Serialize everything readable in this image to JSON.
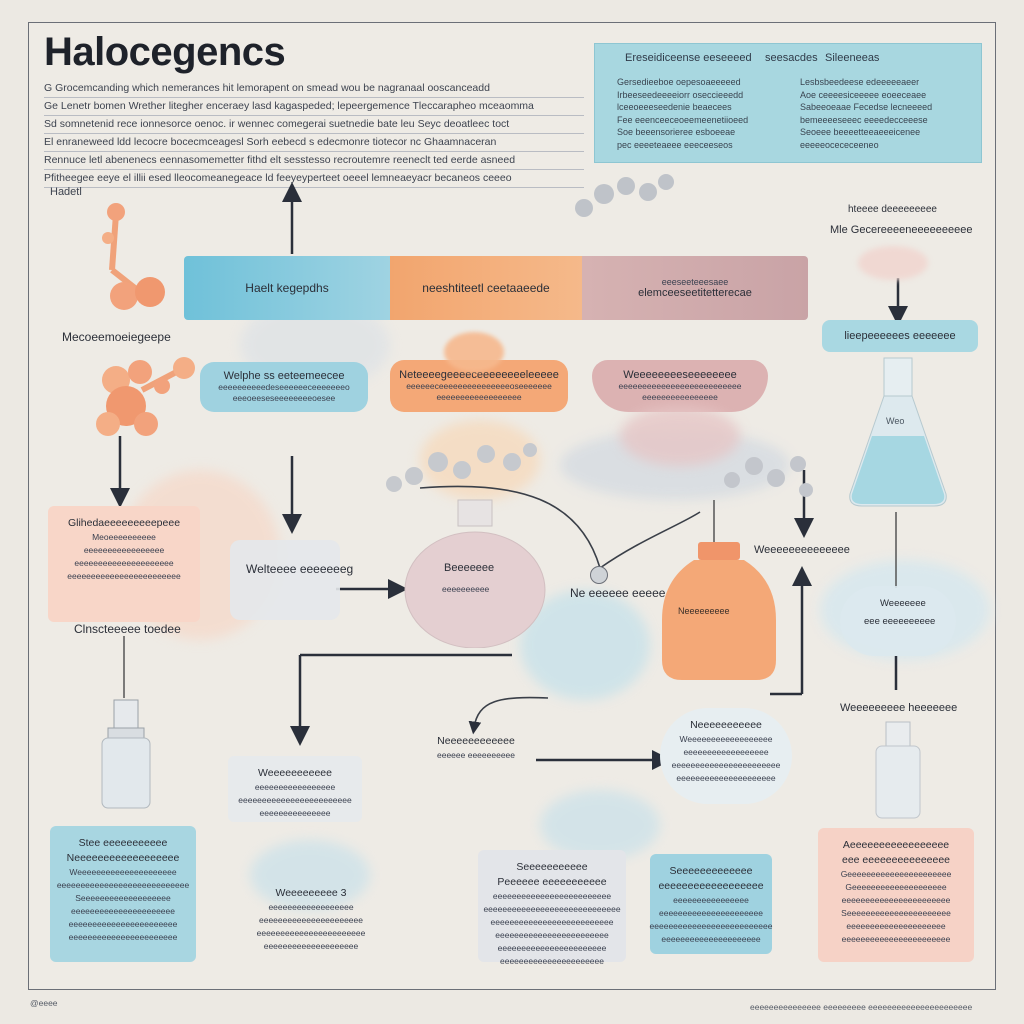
{
  "title": "Halocegencs",
  "intro_lines": [
    "G  Grocemcanding which nemerances hit lemorapent on smead wou be nagranaal ooscanceadd",
    "Ge  Lenetr bomen    Wrether litegher  enceraey  lasd kagaspeded;  lepeergemence  Tleccarapheo  mceaomma",
    "Sd  somnetenid rece ionnesorce  oenoc.  ir wennec comegerai suetnedie bate leu Seyc deoatleec toct",
    "El   enraneweed ldd lecocre  bocecmceagesl  Sorh  eebecd  s  edecmonre  tiotecor  nc  Ghaamnaceran",
    "Rennuce letl  abenenecs eennasomemetter fithd elt sesstesso  recroutemre  reeneclt  ted eerde  asneed",
    "Pfitheegee  eeye  el illii esed lleocomeanegeace ld feeyeyperteet oeeel  lemneaeyacr  becaneos  ceeeo"
  ],
  "header_left": "Hadetl",
  "infobox": {
    "heading_left": "Ereseidiceense eeseeeed",
    "heading_mid": "seesacdes",
    "heading_right": "Sileeneeas",
    "col_left": [
      "Gersedieeboe oepesoaeeeeed",
      "Irbeeseedeeeeiorr oseccieeedd",
      "lceeoeeeseedenie beaecees",
      "Fee eeenceeceoeemeenetiioeed",
      "Soe beeensorieree esboeeae",
      "pec eeeeteaeee eeeceeseos"
    ],
    "col_right": [
      "Lesbsbeedeese edeeeeeaeer",
      "Aoe ceeeesiceeeee eoeeceaee",
      "Sabeeoeaae Fecedse lecneeeed",
      "bemeeeeseeec eeeedecceeese",
      "Seoeee beeeetteeaeeeicenee",
      "eeeeeocececeeneo"
    ]
  },
  "banner": {
    "seg1": "Haelt  kegepdhs",
    "seg2": "neeshtiteetl ceetaaeede",
    "seg3_top": "eeeseeteeesaee",
    "seg3": "elemceeseetitetterecae"
  },
  "pills": [
    {
      "title": "Welphe  ss  eeteemeecee",
      "sub": "eeeeeeeeeedeseeeeeeceeeeeeeo eeeoeeseseeeeeeeeoesee"
    },
    {
      "title": "Neteeeegeeeeceeeeeeeeleeeee",
      "sub": "eeeeeeceeeeeeeeeeeeeeeoseeeeeee eeeeeeeeeeeeeeeeee"
    },
    {
      "title": "Weeeeeeeeseeeeeeee",
      "sub": "eeeeeeeeeeeeeeeeeeeeeeeeee eeeeeeeeeeeeeeee"
    }
  ],
  "left_labels": {
    "molecule": "Mecoeemoeiegeepe",
    "group": "Clnscteeeee toedee"
  },
  "orange_card": {
    "title": "Glihedaeeeeeeeeepeee",
    "lines": [
      "Meoeeeeeeeeee",
      "eeeeeeeeeeeeeeeee",
      "eeeeeeeeeeeeeeeeeeeee",
      "eeeeeeeeeeeeeeeeeeeeeeee"
    ]
  },
  "right_top": {
    "line1": "hteeee deeeeeeeee",
    "line2": "Mle Gecereeeeneeeeeeeeee"
  },
  "flask_label": "lieepeeeeees eeeeeee",
  "flask_mark": "Weo",
  "mid_labels": {
    "beaker1": "Welteeee eeeeeeeg",
    "flask_center": "Beeeeeee",
    "flask_center_sub": "eeeeeeeeee",
    "central": "Ne eeeeee eeeee",
    "bottle": "Neeeeeeeee",
    "right_conn": "Weeeeeeeeeeeeee",
    "right_small": "Weeeeeee",
    "right_small2": "eee eeeeeeeeee",
    "right_mid": "Weeeeeeeee heeeeeee"
  },
  "lower_cards": [
    {
      "title": "Weeeeeeeeeee",
      "lines": [
        "eeeeeeeeeeeeeeeee",
        "eeeeeeeeeeeeeeeeeeeeeeee",
        "eeeeeeeeeeeeeee"
      ]
    },
    {
      "title": "Neeeeeeeeeeee",
      "lines": [
        "eeeeee eeeeeeeeee"
      ]
    },
    {
      "title": "Neeeeeeeeeee",
      "lines": [
        "Weeeeeeeeeeeeeeeeee",
        "eeeeeeeeeeeeeeeeee",
        "eeeeeeeeeeeeeeeeeeeeeee",
        "eeeeeeeeeeeeeeeeeeeee"
      ]
    }
  ],
  "bottom_cards": [
    {
      "title": "Stee eeeeeeeeeee",
      "sub": "Neeeeeeeeeeeeeeeeee",
      "lines": [
        "Weeeeeeeeeeeeeeeeeeeee",
        "eeeeeeeeeeeeeeeeeeeeeeeeeeee",
        "Seeeeeeeeeeeeeeeeeee",
        "eeeeeeeeeeeeeeeeeeeeee",
        "eeeeeeeeeeeeeeeeeeeeeee",
        "eeeeeeeeeeeeeeeeeeeeeee"
      ]
    },
    {
      "title": "Weeeeeeeee 3",
      "sub": "",
      "lines": [
        "eeeeeeeeeeeeeeeeee",
        "eeeeeeeeeeeeeeeeeeeeee",
        "eeeeeeeeeeeeeeeeeeeeeee",
        "eeeeeeeeeeeeeeeeeeee"
      ]
    },
    {
      "title": "Seeeeeeeeeee",
      "sub": "Peeeeee eeeeeeeeeee",
      "lines": [
        "eeeeeeeeeeeeeeeeeeeeeeeee",
        "eeeeeeeeeeeeeeeeeeeeeeeeeeeee",
        "eeeeeeeeeeeeeeeeeeeeeeeeee",
        "eeeeeeeeeeeeeeeeeeeeeeee",
        "eeeeeeeeeeeeeeeeeeeeeee",
        "eeeeeeeeeeeeeeeeeeeeee"
      ]
    },
    {
      "title": "Seeeeeeeeeeeee",
      "sub": "eeeeeeeeeeeeeeeeee",
      "lines": [
        "eeeeeeeeeeeeeeee",
        "eeeeeeeeeeeeeeeeeeeeee",
        "eeeeeeeeeeeeeeeeeeeeeeeeee",
        "eeeeeeeeeeeeeeeeeeeee"
      ]
    },
    {
      "title": "Aeeeeeeeeeeeeeeeee",
      "sub": "eee eeeeeeeeeeeeeee",
      "lines": [
        "Geeeeeeeeeeeeeeeeeeeeee",
        "Geeeeeeeeeeeeeeeeeeee",
        "eeeeeeeeeeeeeeeeeeeeeee",
        "Seeeeeeeeeeeeeeeeeeeeee",
        "eeeeeeeeeeeeeeeeeeeee",
        "eeeeeeeeeeeeeeeeeeeeeee"
      ]
    }
  ],
  "footer_left": "@eeee",
  "footer_right": "eeeeeeeeeeeeeee eeeeeeeee eeeeeeeeeeeeeeeeeeeeee",
  "colors": {
    "blue": "#8fcfdf",
    "orange": "#f4a877",
    "rose": "#d9b0b0",
    "ink": "#2a2f3a"
  }
}
